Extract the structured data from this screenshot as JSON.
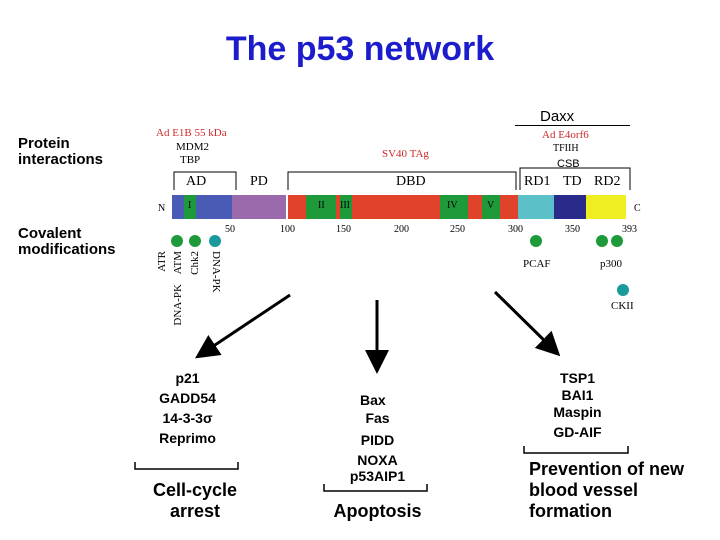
{
  "title": "The p53 network",
  "left_labels": {
    "protein": "Protein interactions",
    "covalent": "Covalent modifications"
  },
  "top_labels": {
    "daxx": "Daxx",
    "ad_e1b": "Ad E1B 55 kDa",
    "mdm2": "MDM2",
    "tbp": "TBP",
    "sv40": "SV40 TAg",
    "ad_e4": "Ad E4orf6",
    "tfiih": "TFIIH",
    "csb": "CSB"
  },
  "domains": {
    "ad": "AD",
    "pd": "PD",
    "dbd": "DBD",
    "rd1": "RD1",
    "td": "TD",
    "rd2": "RD2"
  },
  "bar_labels": {
    "n": "N",
    "c": "C",
    "i": "I",
    "ii": "II",
    "iii": "III",
    "iv": "IV",
    "v": "V"
  },
  "ticks": [
    "50",
    "100",
    "150",
    "200",
    "250",
    "300",
    "350",
    "393"
  ],
  "kinases": {
    "atr": "ATR",
    "atm": "ATM",
    "dnapk1": "DNA-PK",
    "chk2": "Chk2",
    "dnapk2": "DNA-PK"
  },
  "modifiers": {
    "pcaf": "PCAF",
    "p300": "p300",
    "ckii": "CKII"
  },
  "targets": {
    "arrest": [
      "p21",
      "GADD54",
      "14-3-3σ",
      "Reprimo"
    ],
    "apoptosis": [
      "Bax",
      "Fas",
      "PIDD",
      "NOXA",
      "p53AIP1"
    ],
    "angio": [
      "TSP1",
      "BAI1",
      "Maspin",
      "GD-AIF"
    ]
  },
  "outcomes": {
    "arrest": "Cell-cycle arrest",
    "apoptosis": "Apoptosis",
    "angio": "Prevention of new blood vessel formation"
  },
  "colors": {
    "title": "#1c1ccc",
    "ad": "#4a5bb5",
    "pd": "#9a6aac",
    "dbd": "#e0432a",
    "conserved": "#1f9a3a",
    "rd1": "#5cc0c8",
    "td": "#2a2a8a",
    "rd2": "#eeee22",
    "phospho": "#1f9a3a",
    "teal": "#1a9a9a"
  }
}
